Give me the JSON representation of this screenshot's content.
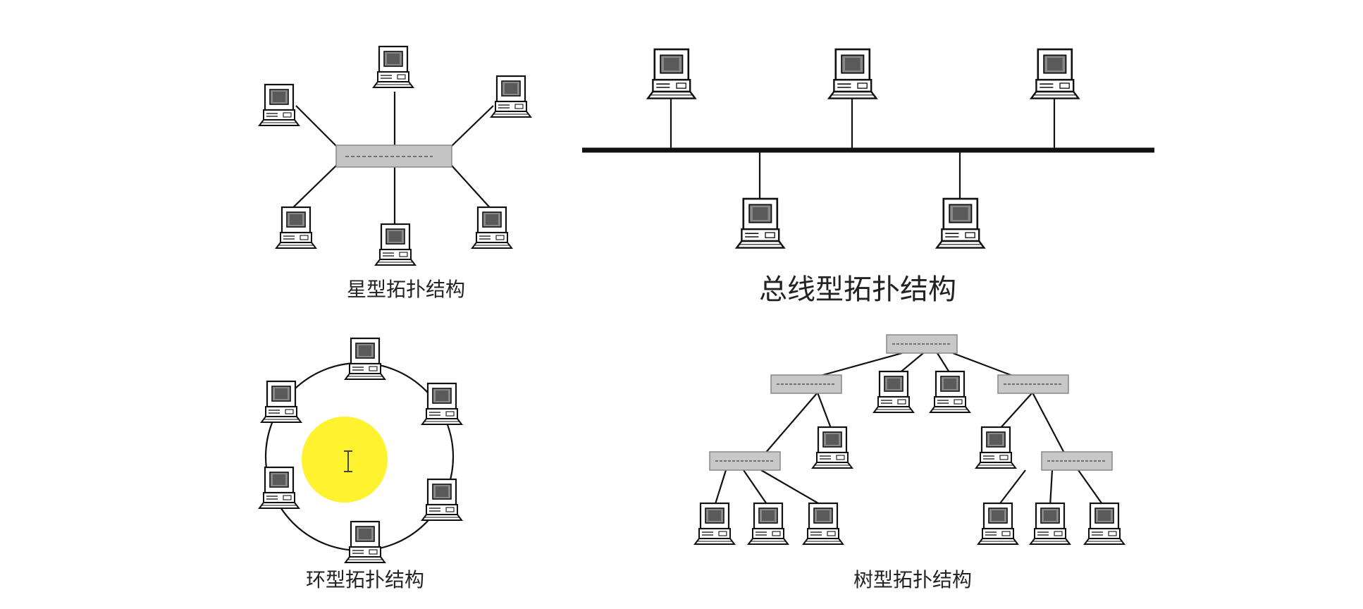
{
  "diagrams": {
    "star": {
      "caption": "星型拓扑结构"
    },
    "bus": {
      "caption": "总线型拓扑结构"
    },
    "ring": {
      "caption": "环型拓扑结构"
    },
    "tree": {
      "caption": "树型拓扑结构"
    }
  },
  "overlay": {
    "cursor_highlight_color": "#fff22e",
    "cursor_icon": "text-cursor-icon"
  },
  "icons": {
    "computer": "computer-icon",
    "network_device": "switch-icon"
  }
}
